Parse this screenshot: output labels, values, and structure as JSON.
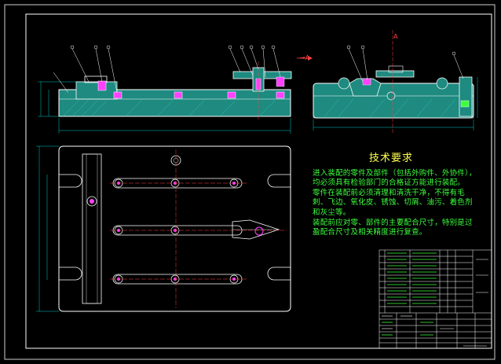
{
  "drawing": {
    "section_label": "A",
    "direction_label": "A",
    "direction_arrow_text": "→A"
  },
  "tech_requirements": {
    "title": "技术要求",
    "items": [
      "进入装配的零件及部件（包括外购件、外协件），均必须具有检验部门的合格证方能进行装配。",
      "零件在装配前必须清理和清洗干净，不得有毛刺、飞边、氧化皮、锈蚀、切屑、油污、着色剂和灰尘等。",
      "装配前应对零、部件的主要配合尺寸，特别是过盈配合尺寸及相关精度进行复查。"
    ]
  },
  "colors": {
    "background": "#000000",
    "frame": "#ffffff",
    "part_fill": "#1e8a80",
    "text_green": "#3dff3d",
    "text_yellow": "#ffff4d",
    "accent_magenta": "#ff40ff",
    "dim_cyan": "#00c8c8"
  }
}
